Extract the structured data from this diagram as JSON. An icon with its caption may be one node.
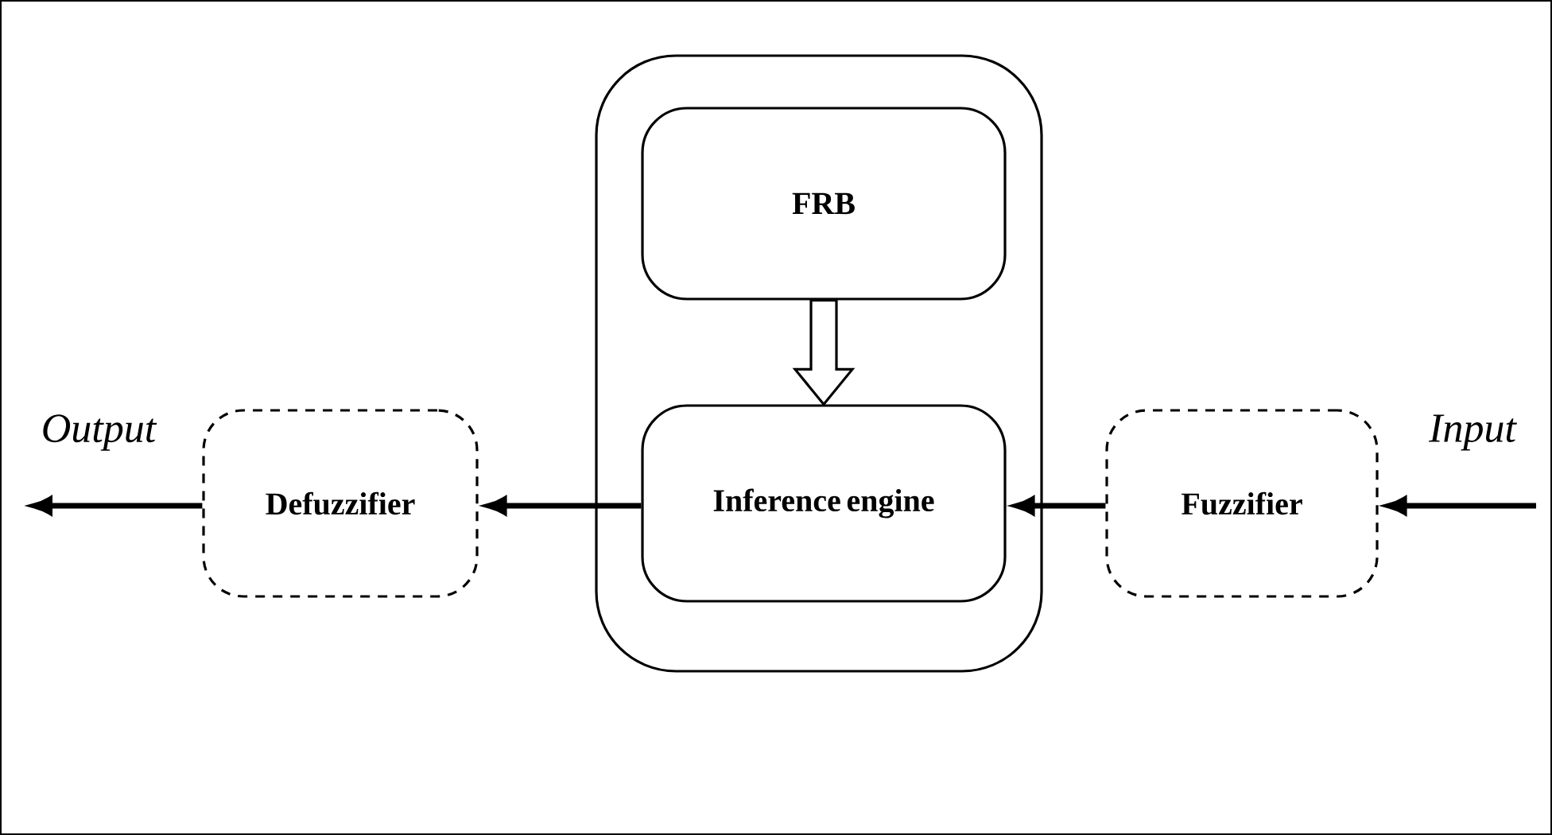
{
  "diagram": {
    "nodes": [
      {
        "text": [],
        "shape": "box"
      },
      {
        "text": [
          "FRB"
        ],
        "in": 0
      },
      {
        "text": [
          "Inference engine"
        ],
        "in": 0
      },
      {
        "text": [
          "Defuzzifier"
        ]
      },
      {
        "text": [
          "Fuzzifier"
        ]
      }
    ],
    "edges": [
      {
        "from": null,
        "to": 4,
        "arrow": "to"
      },
      {
        "from": 4,
        "to": 2,
        "arrow": "to"
      },
      {
        "from": 1,
        "to": 2,
        "arrow": "to",
        "style": "thick"
      },
      {
        "from": 2,
        "to": 3,
        "arrow": "to"
      },
      {
        "from": 3,
        "to": null,
        "arrow": "to"
      }
    ],
    "labels": [
      "Output",
      "Input"
    ]
  }
}
